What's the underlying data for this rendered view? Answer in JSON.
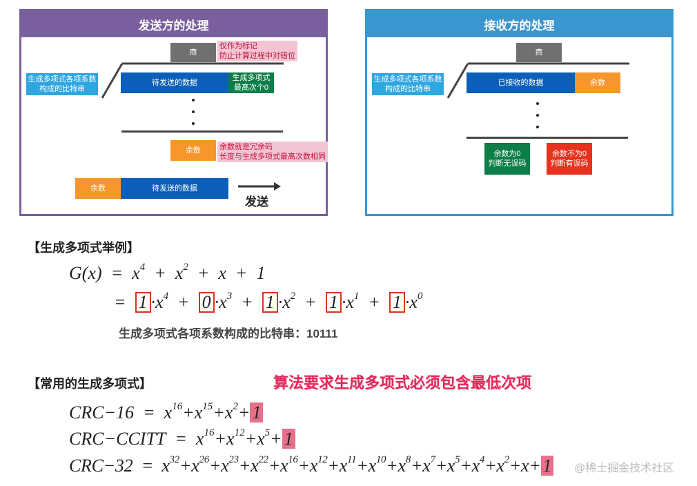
{
  "sender": {
    "title": "发送方的处理",
    "quotient": "商",
    "quotient_note": [
      "仅作为标记",
      "防止计算过程中对错位"
    ],
    "poly_bits": [
      "生成多项式各项系数",
      "构成的比特串"
    ],
    "data": "待发送的数据",
    "zeros": [
      "生成多项式",
      "最高次个0"
    ],
    "remainder": "余数",
    "remainder_note": [
      "余数就是冗余码",
      "长度与生成多项式最高次数相同"
    ],
    "frame_remainder": "余数",
    "frame_data": "待发送的数据",
    "send": "发送"
  },
  "receiver": {
    "title": "接收方的处理",
    "quotient": "商",
    "poly_bits": [
      "生成多项式各项系数",
      "构成的比特串"
    ],
    "data": "已接收的数据",
    "remainder": "余数",
    "ok": [
      "余数为0",
      "判断无误码"
    ],
    "err": [
      "余数不为0",
      "判断有误码"
    ]
  },
  "example": {
    "heading": "【生成多项式举例】",
    "bitstring_text": "生成多项式各项系数构成的比特串：10111"
  },
  "common": {
    "heading": "【常用的生成多项式】",
    "note": "算法要求生成多项式必须包含最低次项"
  },
  "watermark": "@稀土掘金技术社区",
  "colors": {
    "sender_header": "#7a5f9e",
    "receiver_header": "#3b95cf",
    "highlight": "#e8708a",
    "box_border": "#d4351e"
  }
}
